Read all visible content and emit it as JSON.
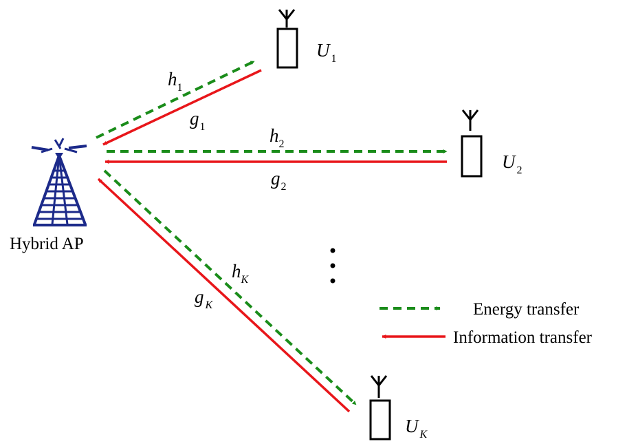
{
  "colors": {
    "energy": "#1a8c1a",
    "information": "#e8161a",
    "tower": "#1c2a8a",
    "device": "#000000"
  },
  "access_point": {
    "label": "Hybrid AP",
    "icon": "tower-icon"
  },
  "users": [
    {
      "symbol": "U",
      "subscript": "1",
      "icon": "antenna-device-icon"
    },
    {
      "symbol": "U",
      "subscript": "2",
      "icon": "antenna-device-icon"
    },
    {
      "symbol": "U",
      "subscript": "K",
      "icon": "antenna-device-icon"
    }
  ],
  "channels": [
    {
      "downlink": "h",
      "downlink_sub": "1",
      "uplink": "g",
      "uplink_sub": "1"
    },
    {
      "downlink": "h",
      "downlink_sub": "2",
      "uplink": "g",
      "uplink_sub": "2"
    },
    {
      "downlink": "h",
      "downlink_sub": "K",
      "uplink": "g",
      "uplink_sub": "K"
    }
  ],
  "ellipsis": "vertical-dots",
  "legend": {
    "energy_label": "Energy transfer",
    "information_label": "Information transfer"
  }
}
